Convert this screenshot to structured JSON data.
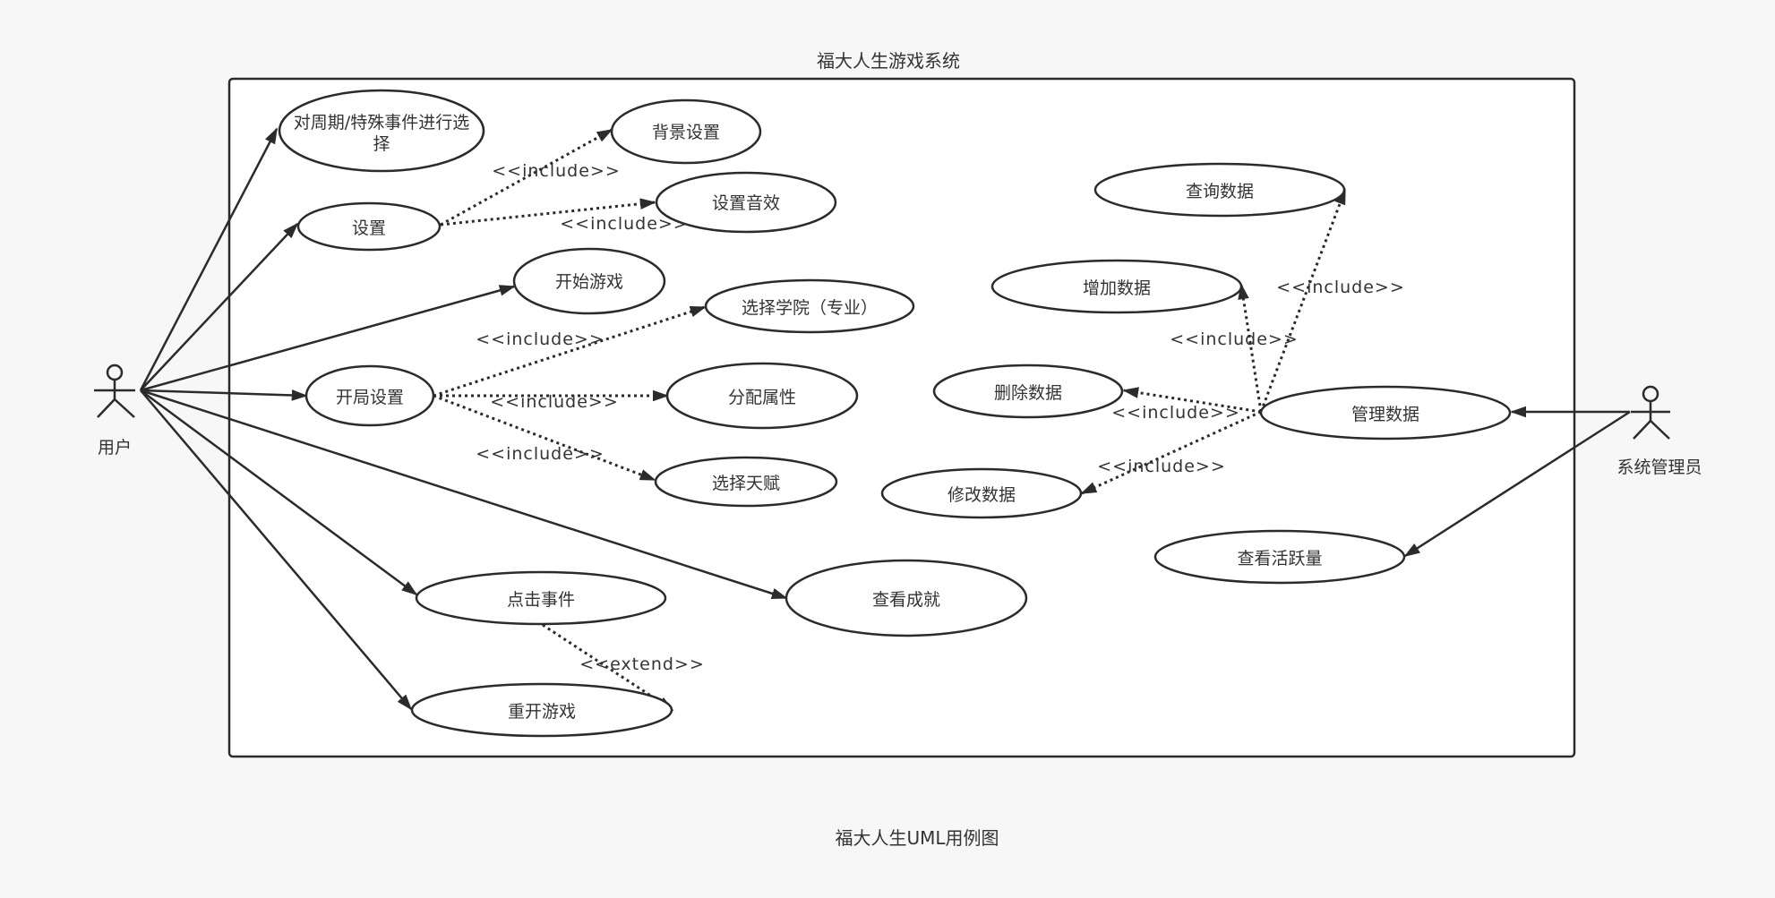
{
  "diagram": {
    "system_title": "福大人生游戏系统",
    "caption": "福大人生UML用例图",
    "actors": {
      "user": "用户",
      "admin": "系统管理员"
    },
    "use_cases": {
      "period_event": [
        "对周期/特殊事件进行选",
        "择"
      ],
      "settings": "设置",
      "background_settings": "背景设置",
      "sound_settings": "设置音效",
      "start_game": "开始游戏",
      "game_setup": "开局设置",
      "select_college": "选择学院（专业）",
      "assign_attributes": "分配属性",
      "select_talent": "选择天赋",
      "click_event": "点击事件",
      "restart_game": "重开游戏",
      "view_achievements": "查看成就",
      "query_data": "查询数据",
      "add_data": "增加数据",
      "delete_data": "删除数据",
      "modify_data": "修改数据",
      "manage_data": "管理数据",
      "view_activity": "查看活跃量"
    },
    "labels": {
      "include": "<<include>>",
      "extend": "<<extend>>"
    },
    "colors": {
      "stroke": "#2b2b2b",
      "background": "#f7f7f7",
      "fill": "#ffffff",
      "text": "#333333"
    }
  }
}
